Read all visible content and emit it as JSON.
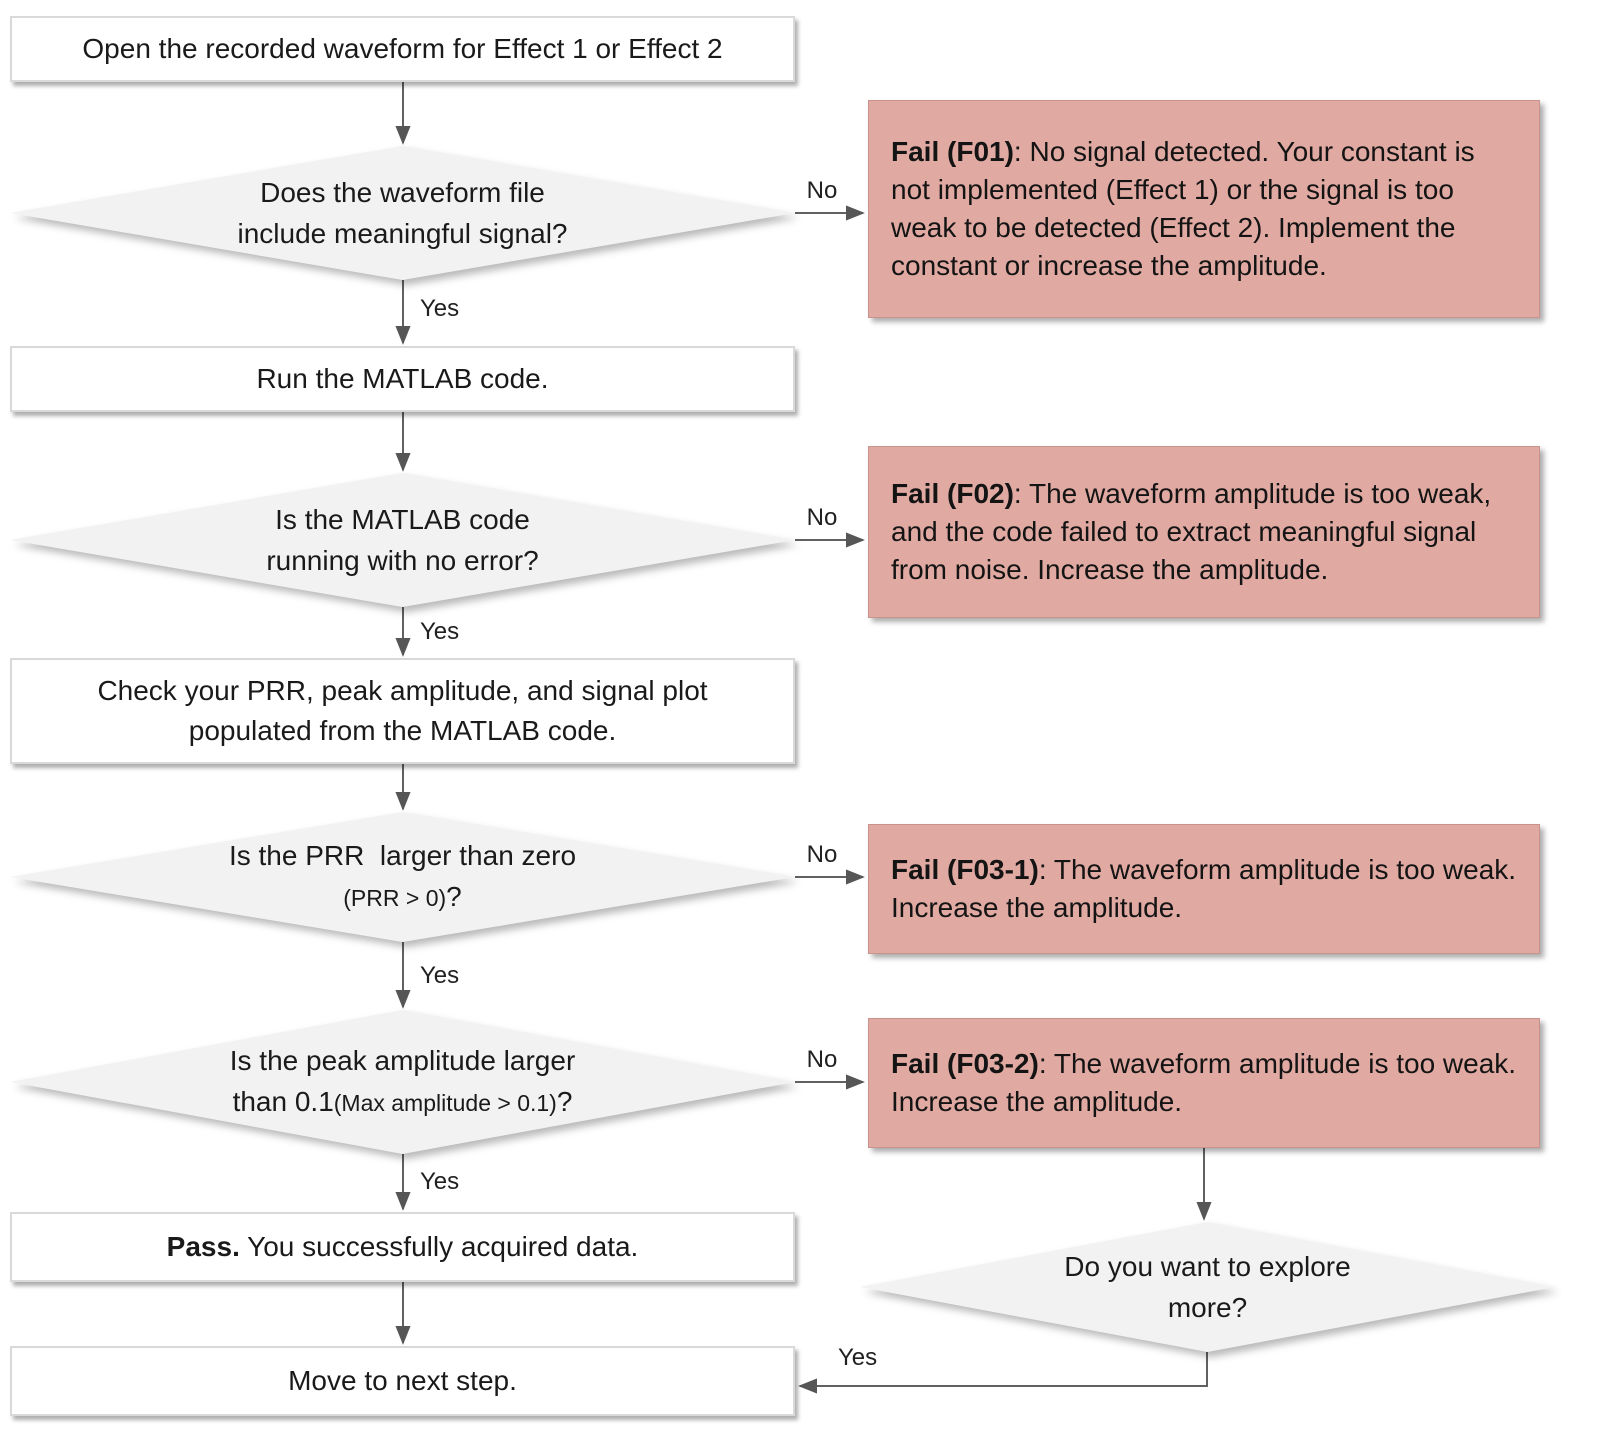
{
  "fc": {
    "nodes": {
      "start": {
        "text": "Open the recorded waveform for Effect 1 or Effect 2"
      },
      "d1": {
        "line1": "Does the waveform file",
        "line2": "include meaningful signal?"
      },
      "f01": {
        "title": "Fail (F01)",
        "body": ": No signal detected. Your constant is not implemented (Effect 1) or the signal is too weak to be detected (Effect 2). Implement the constant or increase the amplitude."
      },
      "run": {
        "text": "Run the MATLAB code."
      },
      "d2": {
        "line1": "Is the MATLAB code",
        "line2": "running with no error?"
      },
      "f02": {
        "title": "Fail (F02)",
        "body": ": The waveform amplitude is too weak, and the code failed to extract meaningful signal from noise. Increase the amplitude."
      },
      "check": {
        "line1": "Check your PRR, peak amplitude, and signal plot",
        "line2": "populated from the MATLAB code."
      },
      "d3": {
        "line1": "Is the PRR  larger than zero",
        "small": "(PRR > 0)",
        "suffix": "?"
      },
      "f031": {
        "title": "Fail (F03-1)",
        "body": ": The waveform amplitude is too weak. Increase the amplitude."
      },
      "d4": {
        "line1": "Is the peak amplitude larger",
        "line2_prefix": "than 0.1",
        "line2_small": "(Max amplitude > 0.1)",
        "line2_suffix": "?"
      },
      "f032": {
        "title": "Fail (F03-2)",
        "body": ": The waveform amplitude is too weak. Increase the amplitude."
      },
      "pass": {
        "title": "Pass.",
        "body": " You successfully acquired data."
      },
      "move": {
        "text": "Move to next step."
      },
      "d5": {
        "line1": "Do you want to explore",
        "line2": "more?"
      }
    },
    "labels": {
      "d1_no": "No",
      "d1_yes": "Yes",
      "d2_no": "No",
      "d2_yes": "Yes",
      "d3_no": "No",
      "d3_yes": "Yes",
      "d4_no": "No",
      "d4_yes": "Yes",
      "d5_yes": "Yes"
    },
    "colors": {
      "fail_bg": "#e0a9a1",
      "diamond_bg": "#f2f2f2",
      "box_bg": "#ffffff",
      "box_border": "#d9d9d9",
      "arrow": "#616161",
      "text": "#1a1a1a"
    }
  }
}
